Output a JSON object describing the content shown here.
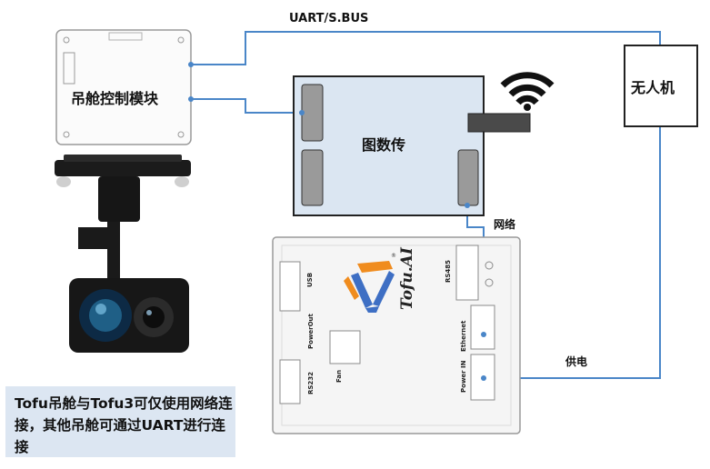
{
  "labels": {
    "uart": "UART/S.BUS",
    "gimbal_module": "吊舱控制模块",
    "drone": "无人机",
    "image_transmitter": "图数传",
    "network": "网络",
    "power": "供电"
  },
  "ports": {
    "usb": "USB",
    "power_out": "PowerOut",
    "rs232": "RS232",
    "fan": "Fan",
    "rs485": "RS485",
    "ethernet": "Ethernet",
    "power_in": "Power IN"
  },
  "brand": {
    "logo": "Tofu.AI"
  },
  "note": {
    "text": "Tofu吊舱与Tofu3可仅使用网络连接，其他吊舱可通过UART进行连接"
  },
  "colors": {
    "wire": "#4a86c8",
    "transmitter_fill": "#dbe6f2",
    "note_bg": "#dce6f2",
    "logo_orange": "#f08c1e",
    "logo_blue": "#3e6fc4"
  }
}
